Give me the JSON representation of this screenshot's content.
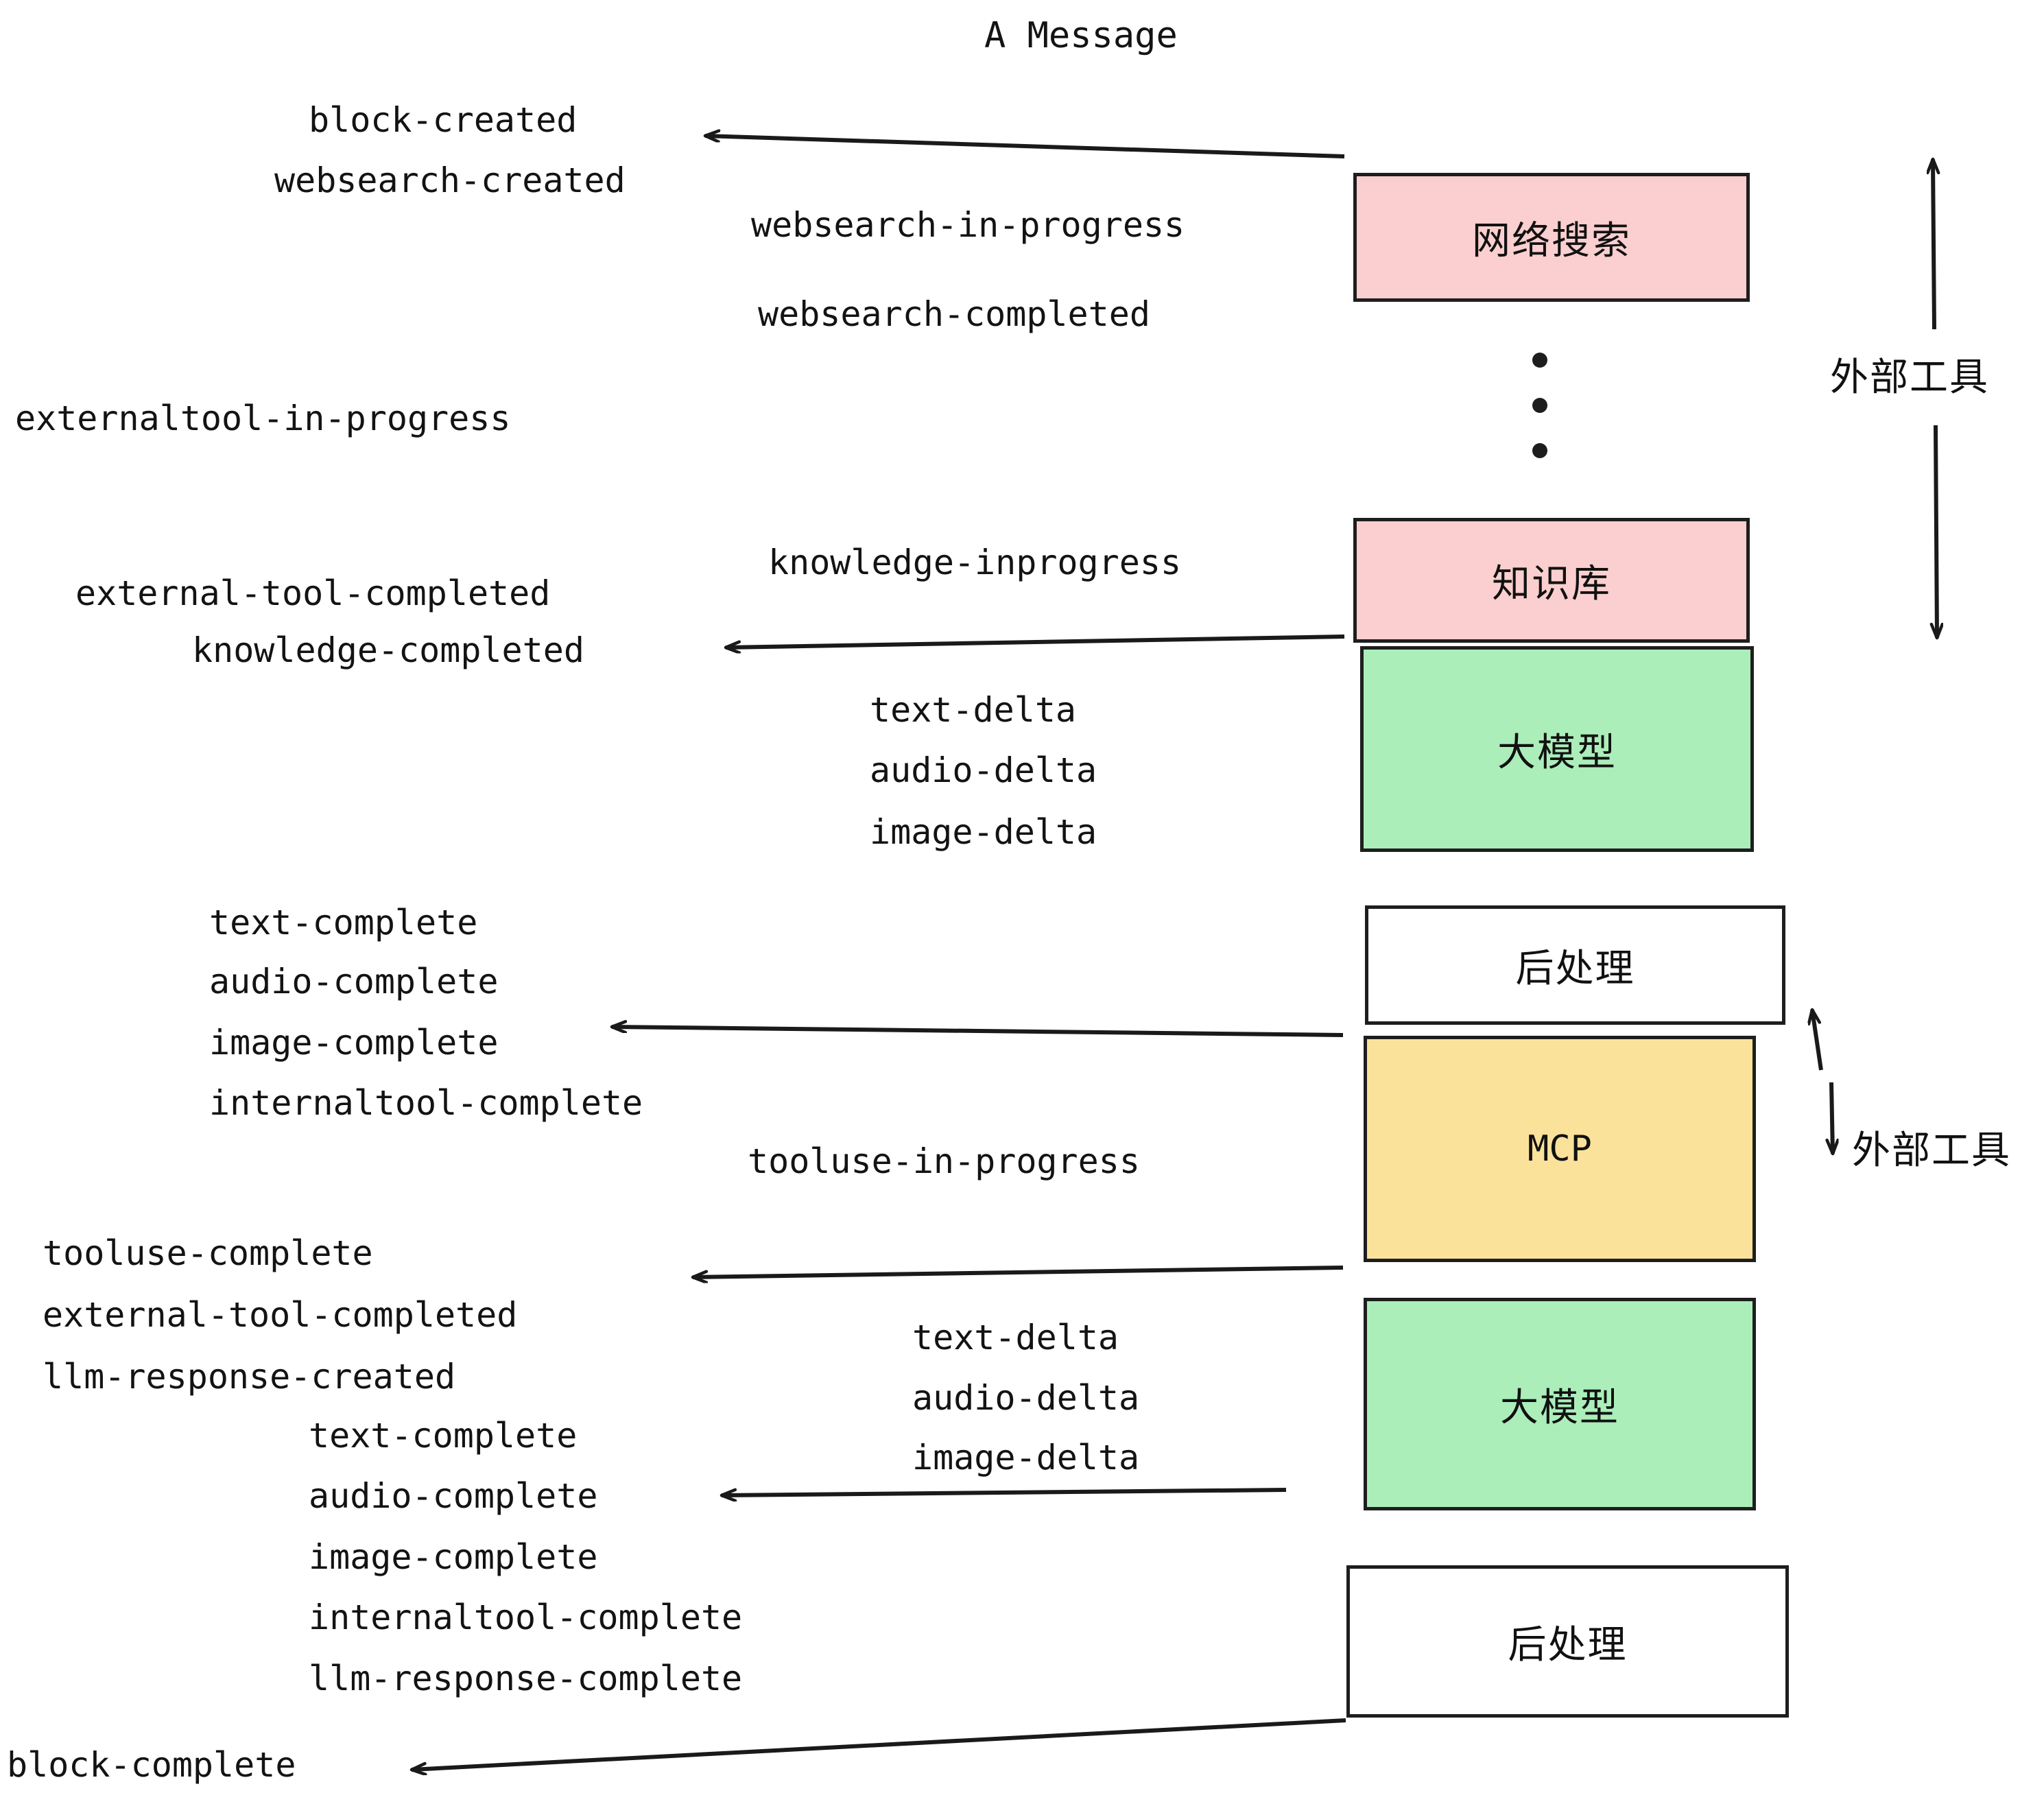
{
  "title": "A Message",
  "colors": {
    "pink": "#fbcfcf",
    "green": "#abeeba",
    "yellow": "#fbe29a",
    "white": "#ffffff",
    "stroke": "#1e1e1e",
    "text": "#131313"
  },
  "boxes": [
    {
      "id": "websearch",
      "label": "网络搜索",
      "fill": "pink"
    },
    {
      "id": "knowledge",
      "label": "知识库",
      "fill": "pink"
    },
    {
      "id": "llm-top",
      "label": "大模型",
      "fill": "green"
    },
    {
      "id": "post-top",
      "label": "后处理",
      "fill": "white"
    },
    {
      "id": "mcp",
      "label": "MCP",
      "fill": "yellow"
    },
    {
      "id": "llm-bottom",
      "label": "大模型",
      "fill": "green"
    },
    {
      "id": "post-bottom",
      "label": "后处理",
      "fill": "white"
    }
  ],
  "side_labels": [
    {
      "id": "external-tool-top",
      "label": "外部工具"
    },
    {
      "id": "external-tool-bottom",
      "label": "外部工具"
    }
  ],
  "events": {
    "block_created": "block-created",
    "websearch_created": "websearch-created",
    "websearch_in_progress": "websearch-in-progress",
    "websearch_completed": "websearch-completed",
    "externaltool_in_progress": "externaltool-in-progress",
    "knowledge_inprogress": "knowledge-inprogress",
    "external_tool_completed_1": "external-tool-completed",
    "knowledge_completed": "knowledge-completed",
    "text_delta_1": "text-delta",
    "audio_delta_1": "audio-delta",
    "image_delta_1": "image-delta",
    "text_complete_1": "text-complete",
    "audio_complete_1": "audio-complete",
    "image_complete_1": "image-complete",
    "internaltool_complete_1": "internaltool-complete",
    "tooluse_in_progress": "tooluse-in-progress",
    "tooluse_complete": "tooluse-complete",
    "external_tool_completed_2": "external-tool-completed",
    "llm_response_created": "llm-response-created",
    "text_delta_2": "text-delta",
    "audio_delta_2": "audio-delta",
    "image_delta_2": "image-delta",
    "text_complete_2": "text-complete",
    "audio_complete_2": "audio-complete",
    "image_complete_2": "image-complete",
    "internaltool_complete_2": "internaltool-complete",
    "llm_response_complete": "llm-response-complete",
    "block_complete": "block-complete"
  },
  "ellipsis_dots": 3
}
